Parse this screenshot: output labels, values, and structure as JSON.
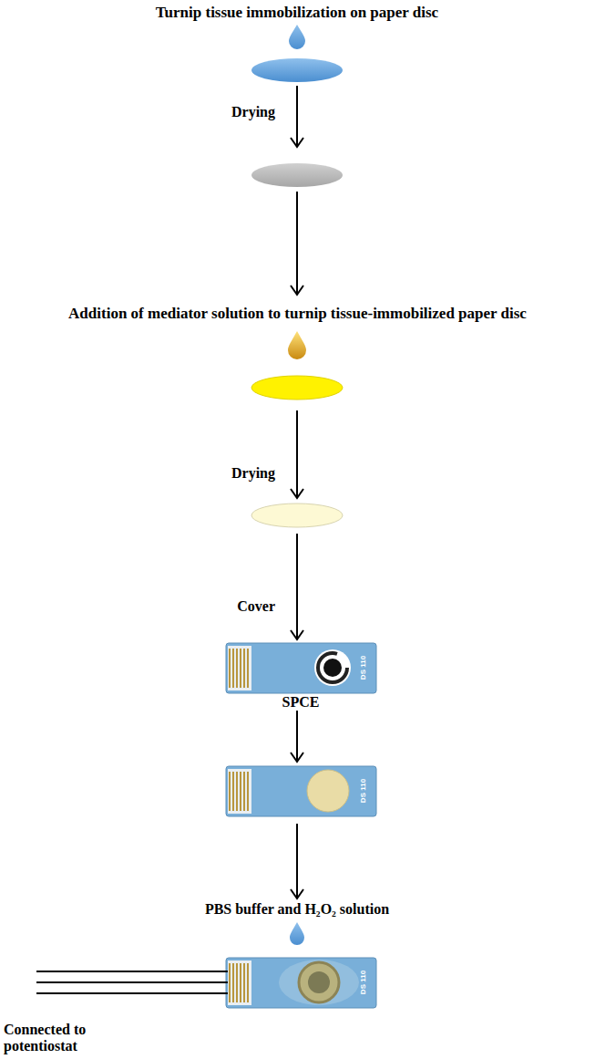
{
  "diagram": {
    "labels": [
      "Turnip tissue immobilization on paper disc",
      "Drying",
      "Addition of mediator solution to turnip tissue-immobilized paper disc",
      "Drying",
      "Cover",
      "DS 110",
      "SPCE",
      "DS 110",
      "PBS buffer and H₂O₂ solution",
      "DS 110",
      "Connected to potentiostat"
    ]
  }
}
